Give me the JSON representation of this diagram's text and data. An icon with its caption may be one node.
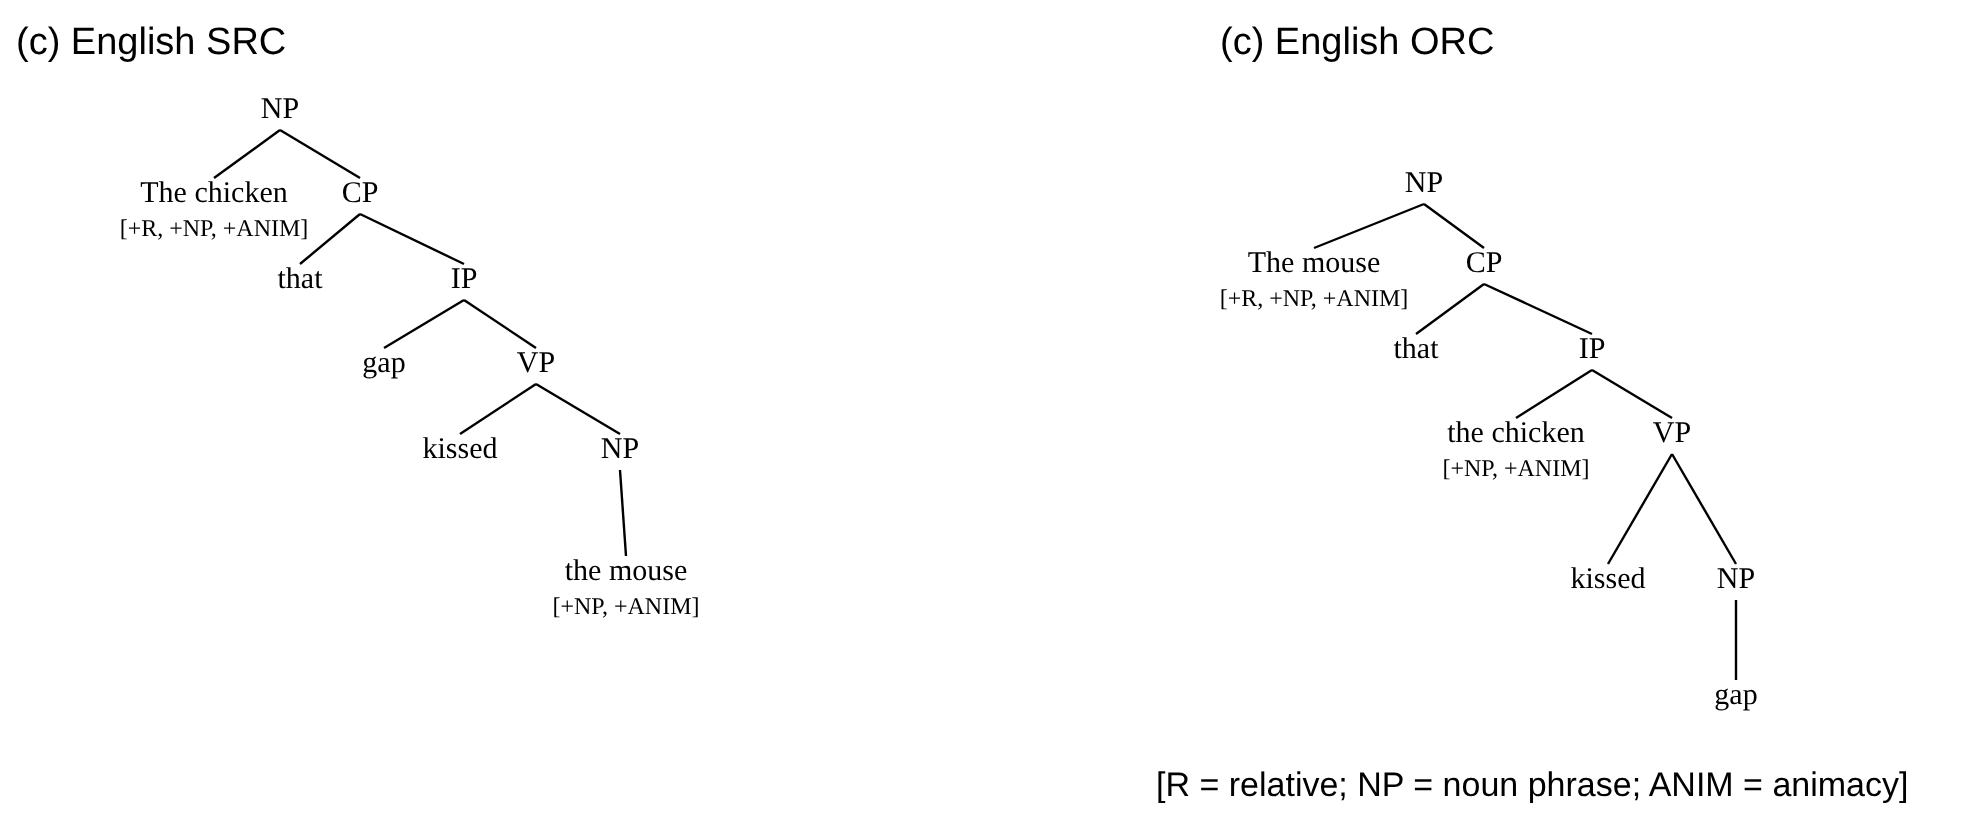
{
  "diagram": {
    "nodes": [
      {
        "text": [
          "NP"
        ]
      },
      {
        "text": [
          "The chicken",
          "[+R, +NP, +ANIM]"
        ]
      },
      {
        "text": [
          "CP"
        ]
      },
      {
        "text": [
          "that"
        ]
      },
      {
        "text": [
          "IP"
        ]
      },
      {
        "text": [
          "gap"
        ]
      },
      {
        "text": [
          "VP"
        ]
      },
      {
        "text": [
          "kissed"
        ]
      },
      {
        "text": [
          "NP"
        ]
      },
      {
        "text": [
          "the mouse",
          "[+NP, +ANIM]"
        ]
      },
      {
        "text": [
          "NP"
        ]
      },
      {
        "text": [
          "The mouse",
          "[+R, +NP, +ANIM]"
        ]
      },
      {
        "text": [
          "CP"
        ]
      },
      {
        "text": [
          "that"
        ]
      },
      {
        "text": [
          "IP"
        ]
      },
      {
        "text": [
          "the chicken",
          "[+NP, +ANIM]"
        ]
      },
      {
        "text": [
          "VP"
        ]
      },
      {
        "text": [
          "kissed"
        ]
      },
      {
        "text": [
          "NP"
        ]
      },
      {
        "text": [
          "gap"
        ]
      }
    ],
    "edges": [
      {
        "from": 0,
        "to": 1,
        "arrow": "none"
      },
      {
        "from": 0,
        "to": 2,
        "arrow": "none"
      },
      {
        "from": 2,
        "to": 3,
        "arrow": "none"
      },
      {
        "from": 2,
        "to": 4,
        "arrow": "none"
      },
      {
        "from": 4,
        "to": 5,
        "arrow": "none"
      },
      {
        "from": 4,
        "to": 6,
        "arrow": "none"
      },
      {
        "from": 6,
        "to": 7,
        "arrow": "none"
      },
      {
        "from": 6,
        "to": 8,
        "arrow": "none"
      },
      {
        "from": 8,
        "to": 9,
        "arrow": "none"
      },
      {
        "from": 10,
        "to": 11,
        "arrow": "none"
      },
      {
        "from": 10,
        "to": 12,
        "arrow": "none"
      },
      {
        "from": 12,
        "to": 13,
        "arrow": "none"
      },
      {
        "from": 12,
        "to": 14,
        "arrow": "none"
      },
      {
        "from": 14,
        "to": 15,
        "arrow": "none"
      },
      {
        "from": 14,
        "to": 16,
        "arrow": "none"
      },
      {
        "from": 16,
        "to": 17,
        "arrow": "none"
      },
      {
        "from": 16,
        "to": 18,
        "arrow": "none"
      },
      {
        "from": 18,
        "to": 19,
        "arrow": "none"
      }
    ],
    "labels": [
      "(c) English SRC",
      "(c) English ORC",
      "[R = relative; NP = noun phrase; ANIM = animacy]"
    ]
  }
}
